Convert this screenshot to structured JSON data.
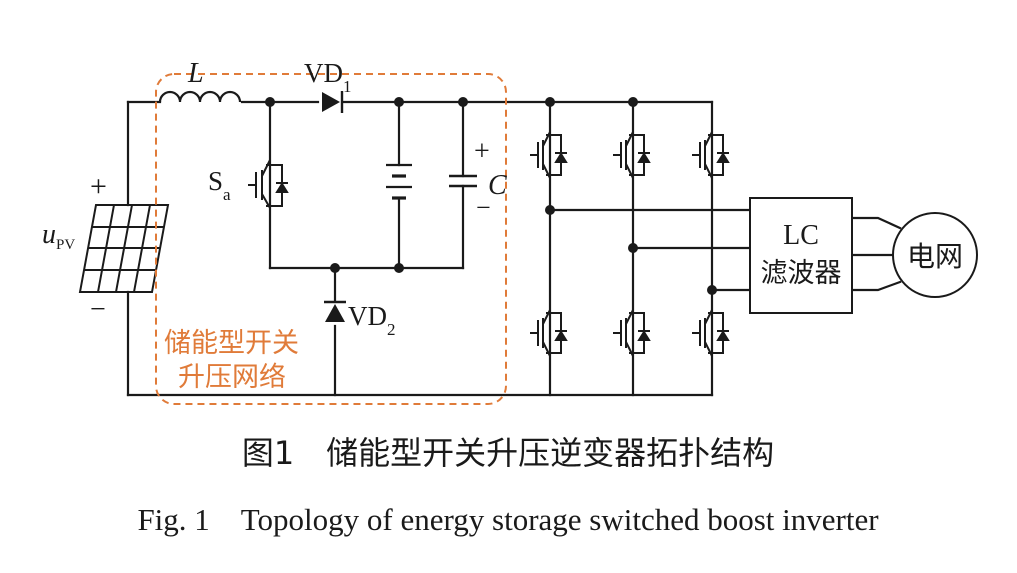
{
  "diagram": {
    "labels": {
      "inductor": "L",
      "diode1_main": "VD",
      "diode1_sub": "1",
      "diode2_main": "VD",
      "diode2_sub": "2",
      "switch_main": "S",
      "switch_sub": "a",
      "capacitor": "C",
      "cap_plus": "+",
      "cap_minus": "−",
      "pv_main": "u",
      "pv_sub": "PV",
      "pv_plus": "+",
      "pv_minus": "−",
      "filter_line1": "LC",
      "filter_line2": "滤波器",
      "grid": "电网",
      "network_line1": "储能型开关",
      "network_line2": "升压网络"
    },
    "colors": {
      "line": "#1a1a1a",
      "accent": "#e07b39"
    }
  },
  "caption": {
    "cn": "图1　储能型开关升压逆变器拓扑结构",
    "en": "Fig. 1　Topology of energy storage switched boost inverter"
  }
}
